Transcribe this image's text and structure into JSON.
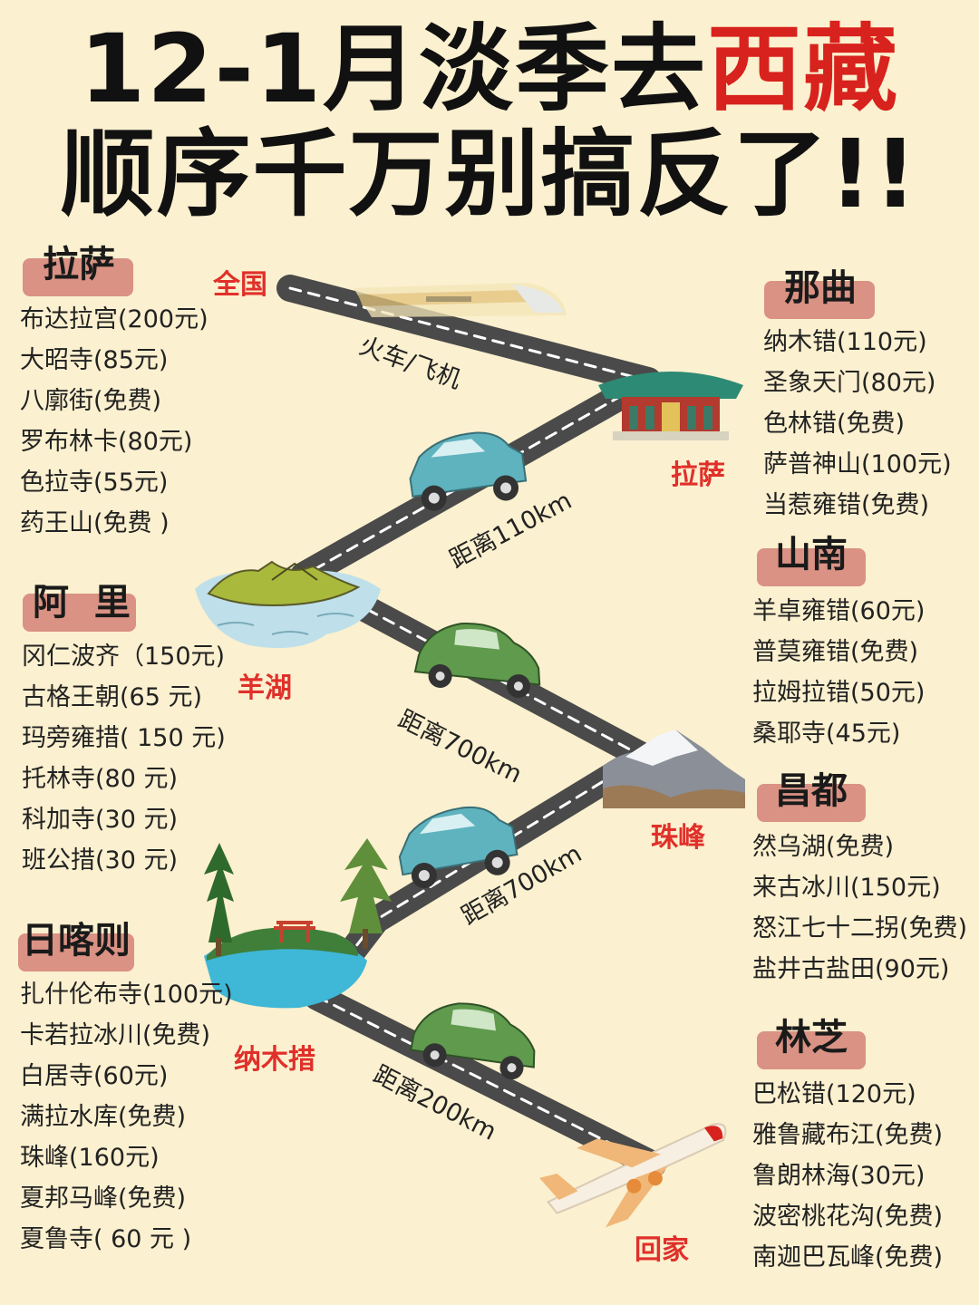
{
  "title": {
    "line1_prefix": "12-1月淡季去",
    "line1_highlight": "西藏",
    "line2": "顺序千万别搞反了!!"
  },
  "colors": {
    "accent": "#d8221d",
    "tag": "#d99283",
    "background": "#fbf0cf",
    "road": "#4a4a4a"
  },
  "regions": {
    "lhasa": {
      "name": "拉萨",
      "items": [
        "布达拉宫(200元)",
        "大昭寺(85元)",
        "八廓街(免费)",
        "罗布林卡(80元)",
        "色拉寺(55元)",
        "药王山(免费 )"
      ]
    },
    "ali": {
      "name": "阿  里",
      "items": [
        "冈仁波齐（150元)",
        "古格王朝(65 元)",
        "玛旁雍措( 150 元)",
        "托林寺(80 元)",
        "科加寺(30 元)",
        "班公措(30 元)"
      ]
    },
    "shigatse": {
      "name": "日喀则",
      "items": [
        "扎什伦布寺(100元)",
        "卡若拉冰川(免费)",
        "白居寺(60元)",
        "满拉水库(免费)",
        "珠峰(160元)",
        "夏邦马峰(免费)",
        "夏鲁寺( 60 元 )"
      ]
    },
    "nagqu": {
      "name": "那曲",
      "items": [
        "纳木错(110元)",
        "圣象天门(80元)",
        "色林错(免费)",
        "萨普神山(100元)",
        "当惹雍错(免费)"
      ]
    },
    "shannan": {
      "name": "山南",
      "items": [
        "羊卓雍错(60元)",
        "普莫雍错(免费)",
        "拉姆拉错(50元)",
        "桑耶寺(45元)"
      ]
    },
    "qamdo": {
      "name": "昌都",
      "items": [
        "然乌湖(免费)",
        "来古冰川(150元)",
        "怒江七十二拐(免费)",
        "盐井古盐田(90元)"
      ]
    },
    "nyingchi": {
      "name": "林芝",
      "items": [
        "巴松错(120元)",
        "雅鲁藏布江(免费)",
        "鲁朗林海(30元)",
        "波密桃花沟(免费)",
        "南迦巴瓦峰(免费)"
      ]
    }
  },
  "route": {
    "stops": [
      "全国",
      "拉萨",
      "羊湖",
      "珠峰",
      "纳木措",
      "回家"
    ],
    "segments": [
      "火车/飞机",
      "距离110km",
      "距离700km",
      "距离700km",
      "距离200km"
    ],
    "icons": [
      "train-icon",
      "palace-icon",
      "car-icon",
      "lake-island-icon",
      "vintage-car-icon",
      "mountain-icon",
      "car-icon",
      "forest-lake-icon",
      "vintage-car-icon",
      "airplane-icon"
    ]
  }
}
